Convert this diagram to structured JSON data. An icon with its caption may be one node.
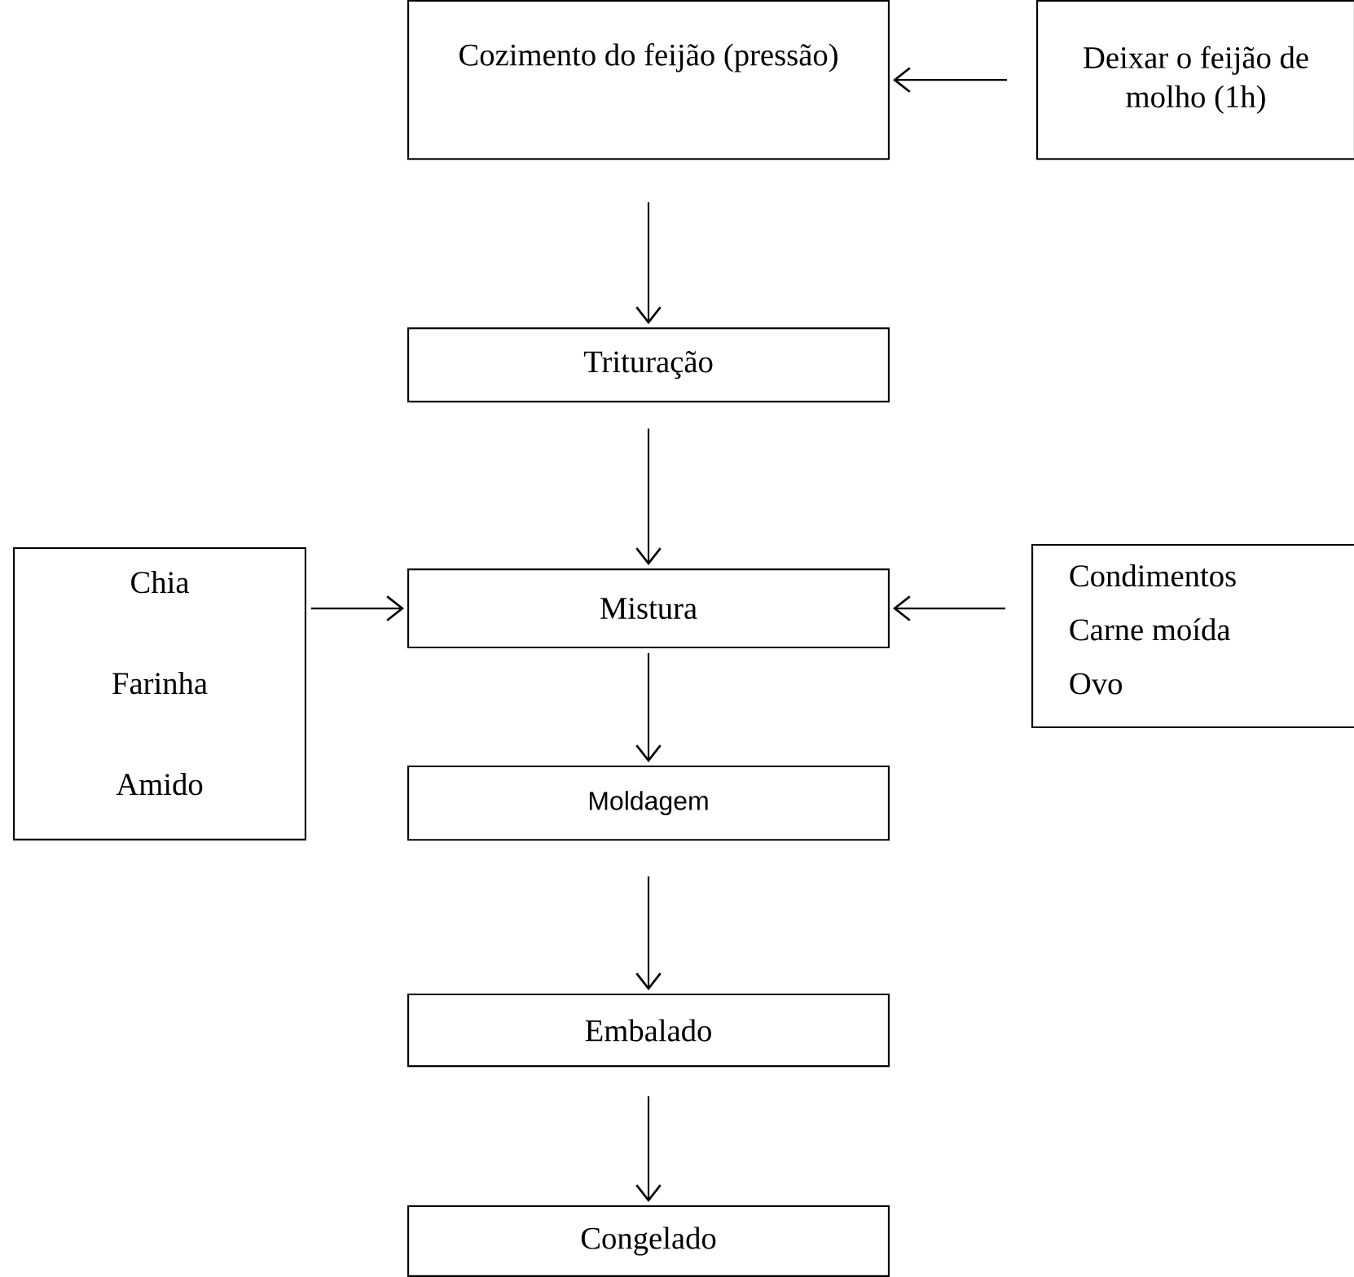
{
  "diagram": {
    "nodes": [
      {
        "text": [
          "Cozimento do feijão (pressão)"
        ]
      },
      {
        "text": [
          "Deixar o feijão de molho (1h)"
        ]
      },
      {
        "text": [
          "Trituração"
        ]
      },
      {
        "text": [
          "Chia",
          "Farinha",
          "Amido"
        ]
      },
      {
        "text": [
          "Mistura"
        ]
      },
      {
        "text": [
          "Condimentos",
          "Carne moída",
          "Ovo"
        ]
      },
      {
        "text": [
          "Moldagem"
        ]
      },
      {
        "text": [
          "Embalado"
        ]
      },
      {
        "text": [
          "Congelado"
        ]
      }
    ],
    "edges": [
      {
        "from": 1,
        "to": 0,
        "arrow": "to"
      },
      {
        "from": 0,
        "to": 2,
        "arrow": "to"
      },
      {
        "from": 2,
        "to": 4,
        "arrow": "to"
      },
      {
        "from": 3,
        "to": 4,
        "arrow": "to"
      },
      {
        "from": 5,
        "to": 4,
        "arrow": "to"
      },
      {
        "from": 4,
        "to": 6,
        "arrow": "to"
      },
      {
        "from": 6,
        "to": 7,
        "arrow": "to"
      },
      {
        "from": 7,
        "to": 8,
        "arrow": "to"
      }
    ]
  }
}
